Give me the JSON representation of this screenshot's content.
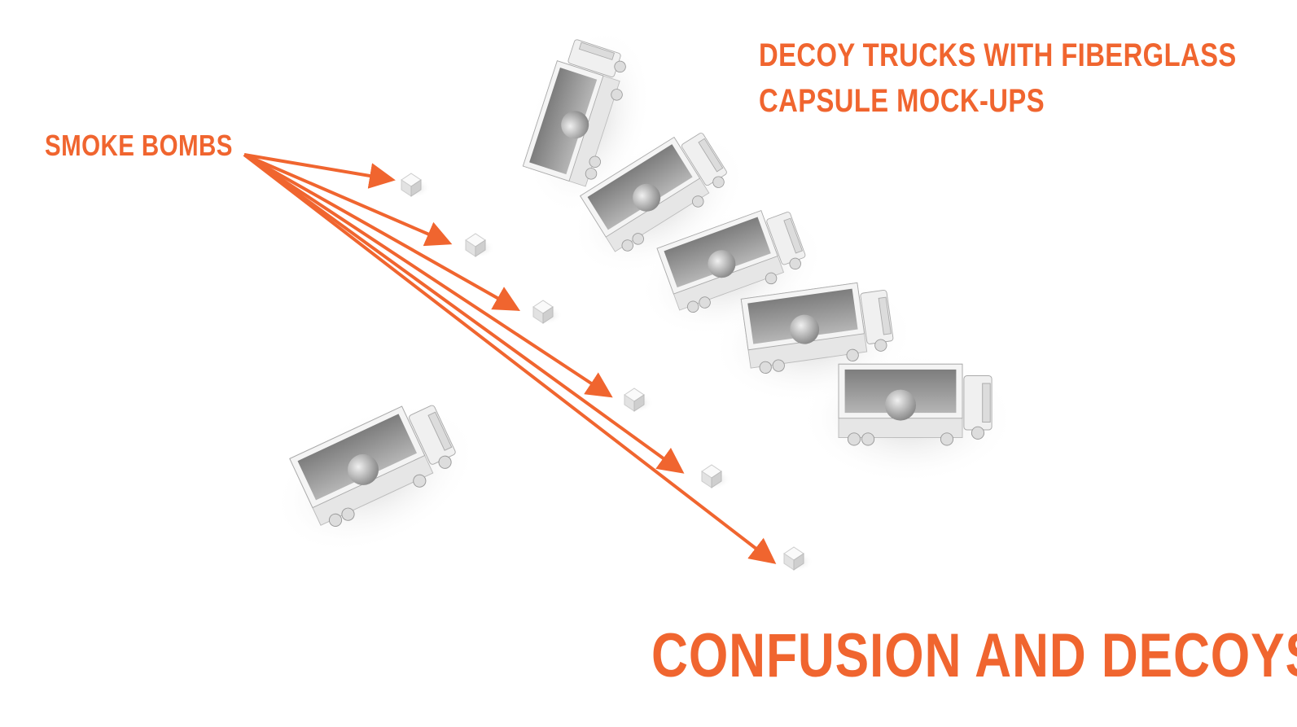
{
  "labels": {
    "smoke_bombs": "SMOKE BOMBS",
    "decoy_line1": "DECOY TRUCKS WITH FIBERGLASS",
    "decoy_line2": "CAPSULE MOCK-UPS",
    "title": "CONFUSION AND DECOYS"
  },
  "colors": {
    "accent": "#f0652f",
    "truck": "#f2f2f2",
    "interior": "#9a9a9a"
  }
}
